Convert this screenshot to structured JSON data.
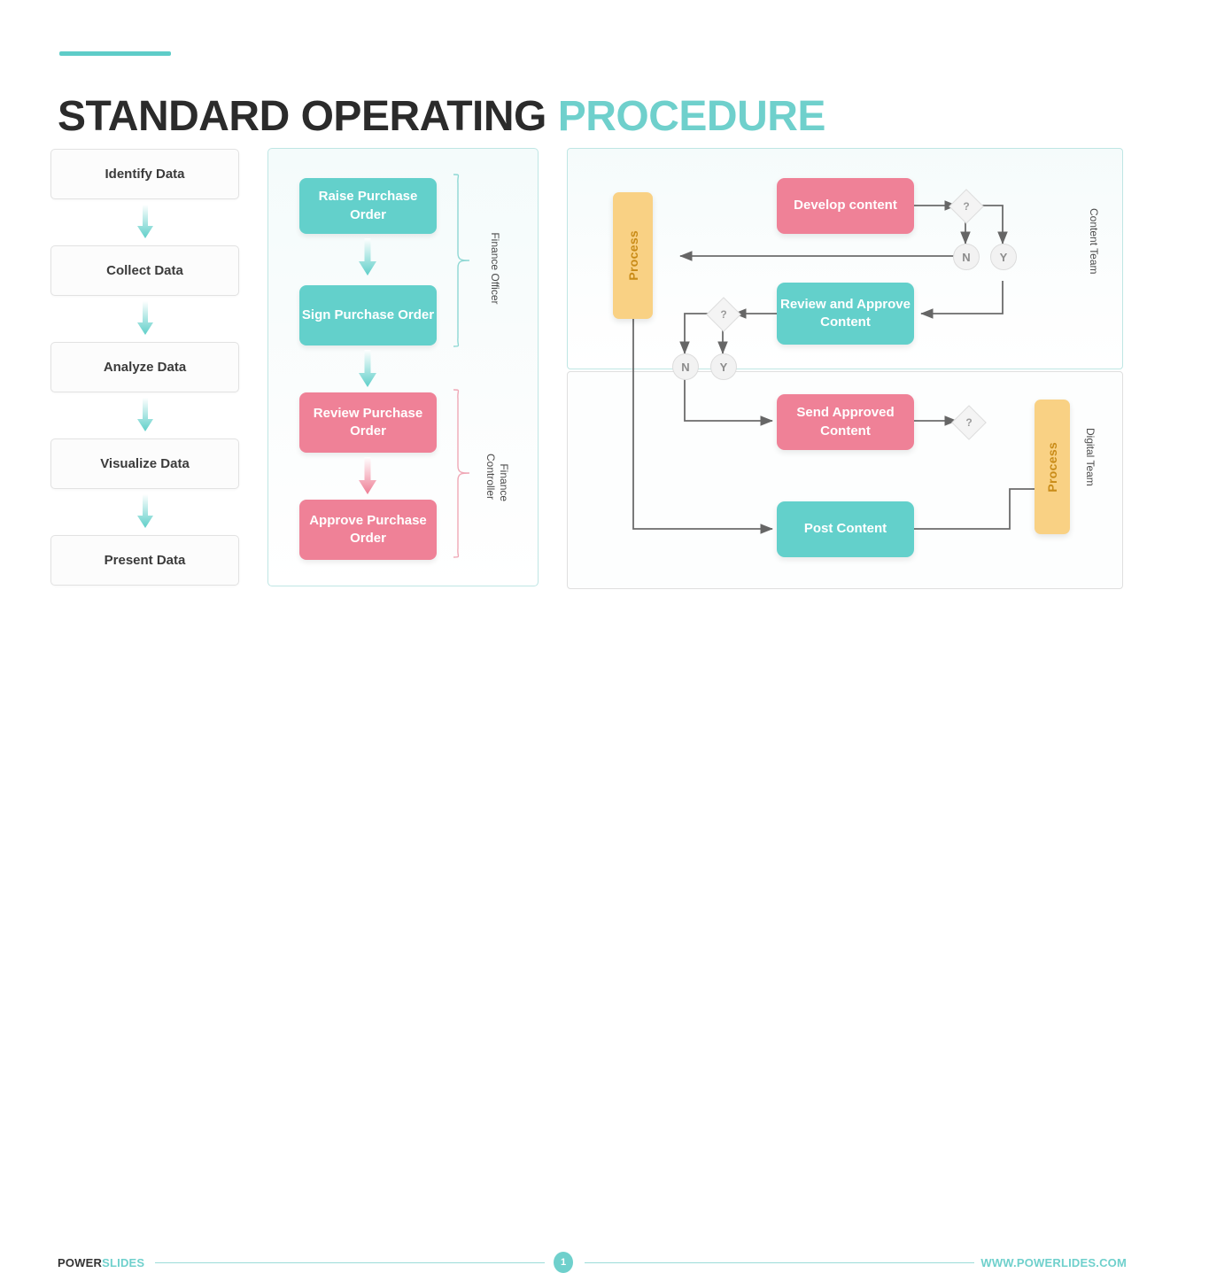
{
  "header": {
    "title_dark": "STANDARD OPERATING ",
    "title_accent": "PROCEDURE",
    "accent_color": "#6FD0CC"
  },
  "left_flow": {
    "steps": [
      {
        "label": "Identify Data"
      },
      {
        "label": "Collect Data"
      },
      {
        "label": "Analyze Data"
      },
      {
        "label": "Visualize Data"
      },
      {
        "label": "Present Data"
      }
    ],
    "arrow_icon": "down-arrow-icon"
  },
  "middle_panel": {
    "boxes": [
      {
        "label": "Raise Purchase Order",
        "color": "#63D0CB",
        "tone": "teal"
      },
      {
        "label": "Sign Purchase Order",
        "color": "#63D0CB",
        "tone": "teal"
      },
      {
        "label": "Review Purchase Order",
        "color": "#EF8197",
        "tone": "pink"
      },
      {
        "label": "Approve Purchase Order",
        "color": "#EF8197",
        "tone": "pink"
      }
    ],
    "groups": [
      {
        "label": "Finance Officer",
        "brace_color": "#7FD4D0"
      },
      {
        "label": "Finance\nController",
        "brace_color": "#EFA8B6"
      }
    ]
  },
  "right_panel": {
    "lanes": [
      {
        "label": "Content Team",
        "process_label": "Process",
        "process_color": "#F9D184"
      },
      {
        "label": "Digital Team",
        "process_label": "Process",
        "process_color": "#F9D184"
      }
    ],
    "boxes": [
      {
        "label": "Develop content",
        "color": "#EF8197",
        "tone": "pink"
      },
      {
        "label": "Review and Approve Content",
        "color": "#63D0CB",
        "tone": "teal"
      },
      {
        "label": "Send Approved Content",
        "color": "#EF8197",
        "tone": "pink"
      },
      {
        "label": "Post Content",
        "color": "#63D0CB",
        "tone": "teal"
      }
    ],
    "decisions": [
      {
        "symbol": "?"
      },
      {
        "symbol": "?"
      },
      {
        "symbol": "?"
      }
    ],
    "branch_nodes": [
      {
        "symbol": "N"
      },
      {
        "symbol": "Y"
      },
      {
        "symbol": "N"
      },
      {
        "symbol": "Y"
      }
    ]
  },
  "footer": {
    "brand_first": "POWER",
    "brand_second": "SLIDES",
    "page_number": "1",
    "site": "WWW.POWERLIDES.COM"
  }
}
